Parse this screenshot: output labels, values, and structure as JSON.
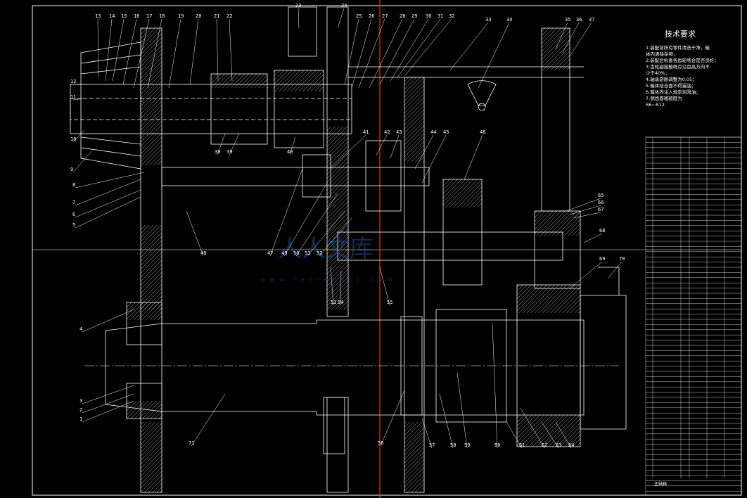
{
  "drawing": {
    "part_numbers": [
      "1",
      "2",
      "3",
      "4",
      "5",
      "6",
      "7",
      "8",
      "9",
      "10",
      "11",
      "12",
      "13",
      "14",
      "15",
      "16",
      "17",
      "18",
      "19",
      "20",
      "21",
      "22",
      "23",
      "24",
      "25",
      "26",
      "27",
      "28",
      "29",
      "30",
      "31",
      "32",
      "33",
      "34",
      "35",
      "36",
      "37",
      "38",
      "39",
      "40",
      "41",
      "42",
      "43",
      "44",
      "45",
      "46",
      "47",
      "48",
      "49",
      "50",
      "51",
      "52",
      "53",
      "54",
      "55",
      "56",
      "57",
      "58",
      "59",
      "60",
      "61",
      "62",
      "63",
      "64",
      "65",
      "66",
      "67",
      "68",
      "69",
      "70",
      "71"
    ],
    "tech_requirements": {
      "title": "技术要求",
      "items": [
        "1.装配前所有零件清洗干净，箱",
        "体内清除杂物；",
        "2.装配后检查各齿轮啮合是否良好；",
        "3.齿轮副接触斑点沿齿高方向不",
        "少于40%；",
        "4.轴承游隙调整为0.05；",
        "5.箱体结合面不得漏油；",
        "6.箱体内注入规定润滑油；",
        "7.侧齿面粗糙度为",
        "R6~R12."
      ]
    },
    "title_block": {
      "name": "主轴箱"
    },
    "watermark": {
      "text": "人人文库",
      "url": "www.renrendoc.com"
    },
    "colors": {
      "lines": "#ffffff",
      "center_line": "#ff2020",
      "watermark": "#1e4f8f"
    }
  }
}
